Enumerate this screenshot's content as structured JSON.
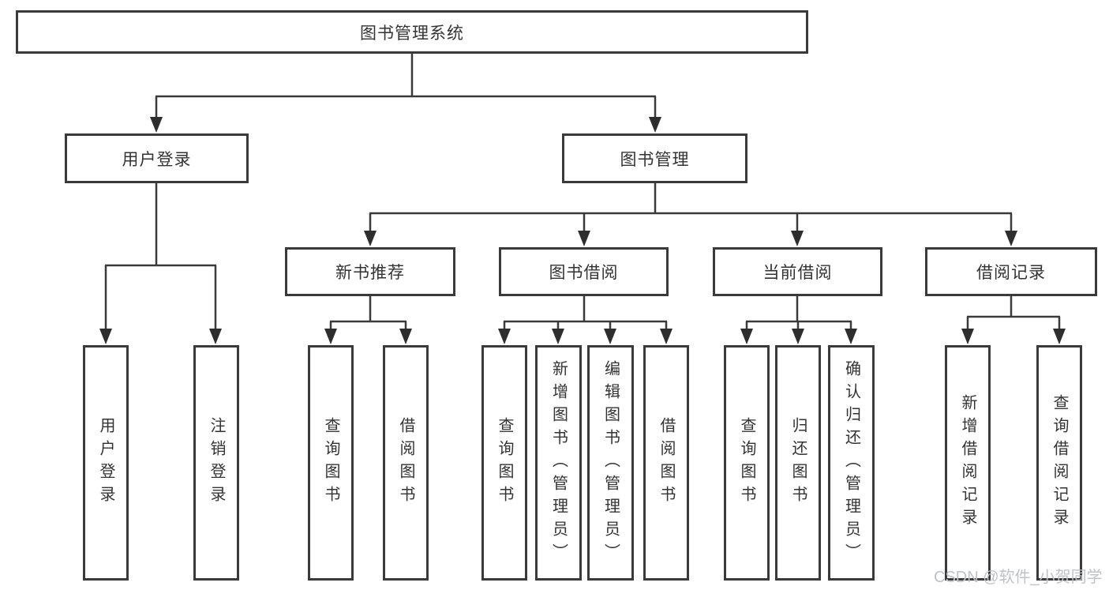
{
  "diagram": {
    "type": "hierarchy-tree",
    "orientation": "top-down"
  },
  "tree": {
    "label": "图书管理系统",
    "children": [
      {
        "label": "用户登录",
        "children": [
          {
            "label": "用户登录"
          },
          {
            "label": "注销登录"
          }
        ]
      },
      {
        "label": "图书管理",
        "children": [
          {
            "label": "新书推荐",
            "children": [
              {
                "label": "查询图书"
              },
              {
                "label": "借阅图书"
              }
            ]
          },
          {
            "label": "图书借阅",
            "children": [
              {
                "label": "查询图书"
              },
              {
                "label": "新增图书（管理员）"
              },
              {
                "label": "编辑图书（管理员）"
              },
              {
                "label": "借阅图书"
              }
            ]
          },
          {
            "label": "当前借阅",
            "children": [
              {
                "label": "查询图书"
              },
              {
                "label": "归还图书"
              },
              {
                "label": "确认归还（管理员）"
              }
            ]
          },
          {
            "label": "借阅记录",
            "children": [
              {
                "label": "新增借阅记录"
              },
              {
                "label": "查询借阅记录"
              }
            ]
          }
        ]
      }
    ]
  },
  "watermark": "CSDN @软件_小贺同学",
  "colors": {
    "line": "#3a3a3a",
    "arrow": "#2e2e2e",
    "text": "#333333",
    "watermark": "#bfc2c6",
    "background": "#ffffff"
  }
}
